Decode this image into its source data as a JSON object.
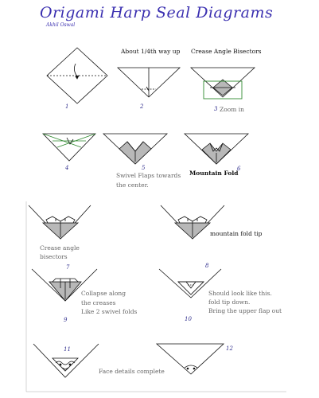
{
  "header": {
    "title": "Origami Harp Seal Diagrams",
    "author": "Akhil Oswal"
  },
  "steps": [
    {
      "number": "1",
      "caption": ""
    },
    {
      "number": "2",
      "caption": "About 1/4th way up"
    },
    {
      "number": "3",
      "caption": "Crease Angle Bisectors",
      "note": "Zoom in"
    },
    {
      "number": "4",
      "caption": ""
    },
    {
      "number": "5",
      "caption": "Swivel Flaps towards",
      "caption2": "the center."
    },
    {
      "number": "6",
      "caption": "Mountain Fold"
    },
    {
      "number": "7",
      "caption": "Crease angle",
      "caption2": "bisectors"
    },
    {
      "number": "8",
      "caption": "mountain fold tip"
    },
    {
      "number": "9",
      "caption": "Collapse along",
      "caption2": "the creases",
      "caption3": "Like 2 swivel folds"
    },
    {
      "number": "10",
      "caption": "Should look like this.",
      "caption2": "fold tip down.",
      "caption3": "Bring the upper flap out"
    },
    {
      "number": "11",
      "caption": "Face details complete"
    },
    {
      "number": "12",
      "caption": ""
    }
  ],
  "colors": {
    "title": "#3a2fb0",
    "numbers": "#2e2c8c",
    "crease_green": "#2f8a2f",
    "paper_gray": "#b8b8b8"
  }
}
